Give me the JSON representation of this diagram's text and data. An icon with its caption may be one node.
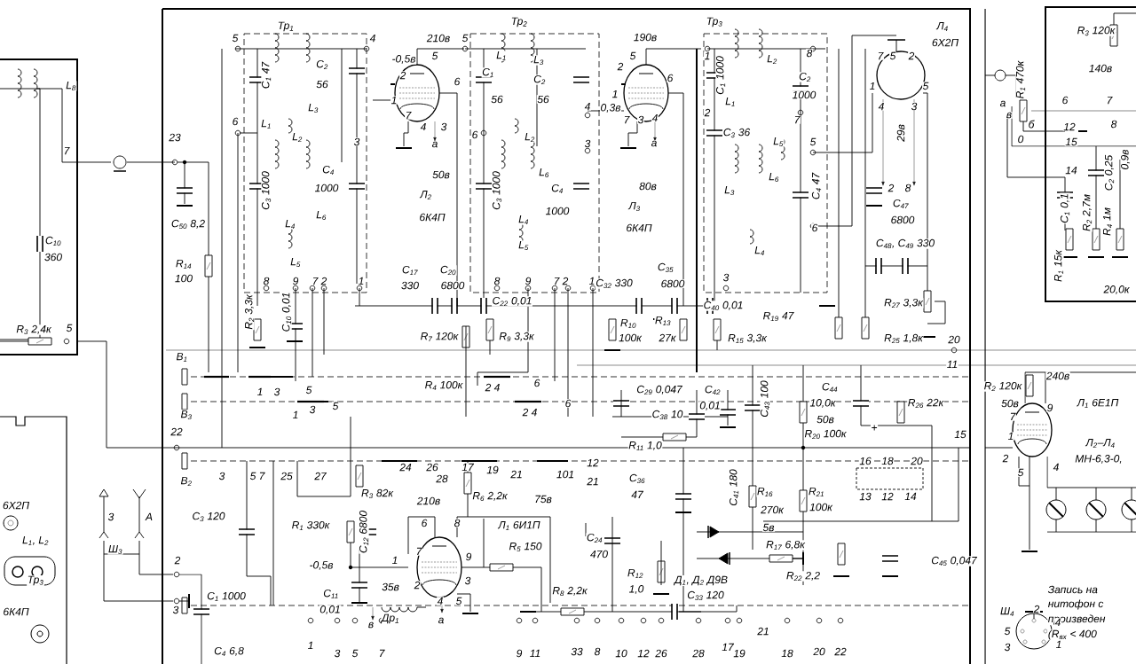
{
  "diagram": {
    "labels": [
      "L$_{8}$",
      "7",
      "C$_{10}$",
      "360",
      "R$_{3}$ 2,4к",
      "5",
      "23",
      "C$_{50}$ 8,2",
      "R$_{14}$",
      "100",
      "Тр$_{1}$",
      "5",
      "4",
      "C$_{1}$ 47",
      "C$_{2}$",
      "56",
      "L$_{3}$",
      "6",
      "L$_{1}$",
      "L$_{2}$",
      "3",
      "C$_{4}$",
      "1000",
      "C$_{3}$ 1000",
      "L$_{6}$",
      "L$_{4}$",
      "L$_{5}$",
      "8",
      "9",
      "7 2",
      "1",
      "R$_{2}$ 3,3к",
      "C$_{10}$ 0,01",
      "-0,5в",
      "210в",
      "5",
      "2",
      "6",
      "1",
      "7",
      "4",
      "3",
      "а",
      "50в",
      "Л$_{2}$",
      "6К4П",
      "Тр$_{2}$",
      "5",
      "L$_{1}$",
      "C$_{1}$",
      "56",
      "L$_{3}$",
      "C$_{2}$",
      "56",
      "4",
      "6",
      "L$_{2}$",
      "3",
      "L$_{6}$",
      "C$_{4}$",
      "1000",
      "C$_{3}$ 1000",
      "L$_{4}$",
      "L$_{5}$",
      "8",
      "9",
      "7 2",
      "1",
      "C$_{17}$",
      "330",
      "C$_{20}$",
      "6800",
      "C$_{22}$ 0,01",
      "190в",
      "5",
      "2",
      "6",
      "1",
      "0,3в",
      "7",
      "3",
      "4",
      "а",
      "80в",
      "Л$_{3}$",
      "6К4П",
      "C$_{32}$ 330",
      "C$_{35}$",
      "6800",
      "C$_{40}$ 0,01",
      "R$_{7}$ 120к",
      "R$_{9}$ 3,3к",
      "R$_{10}$",
      "100к",
      "R$_{13}$",
      "27к",
      "R$_{15}$ 3,3к",
      "R$_{19}$ 47",
      "Тр$_{3}$",
      "1",
      "C$_{1}$ 1000",
      "L$_{1}$",
      "2",
      "C$_{3}$ 36",
      "L$_{2}$",
      "8",
      "C$_{2}$",
      "1000",
      "7",
      "L$_{5}$",
      "5",
      "L$_{6}$",
      "C$_{4}$ 47",
      "6",
      "L$_{3}$",
      "L$_{4}$",
      "3",
      "Л$_{4}$",
      "6Х2П",
      "7",
      "5",
      "2",
      "1",
      "5",
      "4",
      "3",
      "29в",
      "2",
      "8",
      "C$_{47}$",
      "6800",
      "C$_{48}$, C$_{49}$ 330",
      "R$_{27}$ 3,3к",
      "R$_{25}$ 1,8к",
      "20",
      "11",
      "15",
      "R$_{3}$ 120к",
      "R$_{1}$ 470к",
      "140в",
      "а",
      "6",
      "7",
      "в",
      "б",
      "0",
      "12",
      "8",
      "15",
      "14",
      "C$_{2}$ 0,25",
      "0,9в",
      "C$_{1}$ 0,1",
      "R$_{2}$ 2,7м",
      "R$_{4}$ 1м",
      "R$_{1}$ 15к",
      "20,0к",
      "R$_{2}$ 120к",
      "240в",
      "50в",
      "7",
      "9",
      "1",
      "2",
      "5",
      "4",
      "Л$_{1}$ 6Е1П",
      "Л$_{2}$–Л$_{4}$",
      "МН-6,3-0,",
      "Запись на",
      "нитофон с",
      "произведен",
      "(R$_{вх}$ < 400",
      "Ш$_{4}$",
      "2",
      "4",
      "5",
      "3",
      "1",
      "В$_{1}$",
      "В$_{3}$",
      "22",
      "В$_{2}$",
      "1",
      "3",
      "5",
      "1",
      "3",
      "5",
      "3",
      "5 7",
      "25",
      "27",
      "C$_{3}$ 120",
      "R$_{1}$ 330к",
      "-0,5в",
      "C$_{12}$ 6800",
      "C$_{11}$",
      "0,01",
      "R$_{3}$ 82к",
      "3",
      "А",
      "Ш$_{3}$",
      "2",
      "3",
      "C$_{1}$ 1000",
      "C$_{4}$ 6,8",
      "6Х2П",
      "L$_{1}$, L$_{2}$",
      "Тр$_{3}$",
      "6К4П",
      "R$_{4}$ 100к",
      "2 4",
      "6",
      "2 4",
      "6",
      "24",
      "26",
      "28",
      "17",
      "19",
      "21",
      "101",
      "12",
      "21",
      "R$_{6}$ 2,2к",
      "210в",
      "75в",
      "6",
      "8",
      "Л$_{1}$ 6И1П",
      "1",
      "7",
      "9",
      "2",
      "3",
      "4",
      "5",
      "35в",
      "Др$_{1}$",
      "а",
      "в",
      "R$_{5}$ 150",
      "C$_{24}$",
      "470",
      "R$_{8}$ 2,2к",
      "R$_{12}$",
      "1,0",
      "C$_{29}$ 0,047",
      "C$_{38}$ 10",
      "R$_{11}$ 1,0",
      "C$_{42}$",
      "0,01",
      "C$_{43}$ 100",
      "C$_{36}$",
      "47",
      "C$_{41}$ 180",
      "R$_{16}$",
      "270к",
      "5в",
      "R$_{17}$ 6,8к",
      "Д$_{1}$, Д$_{2}$ Д9В",
      "C$_{33}$ 120",
      "C$_{44}$",
      "10,0к",
      "50в",
      "R$_{20}$ 100к",
      "R$_{26}$ 22к",
      "R$_{21}$",
      "100к",
      "16",
      "18",
      "20",
      "13",
      "12",
      "14",
      "R$_{22}$ 2,2",
      "C$_{45}$ 0,047",
      "+",
      "1",
      "3",
      "5",
      "7",
      "9",
      "11",
      "33",
      "8",
      "10",
      "12",
      "26",
      "28",
      "17",
      "19",
      "21",
      "18",
      "20",
      "22"
    ]
  }
}
